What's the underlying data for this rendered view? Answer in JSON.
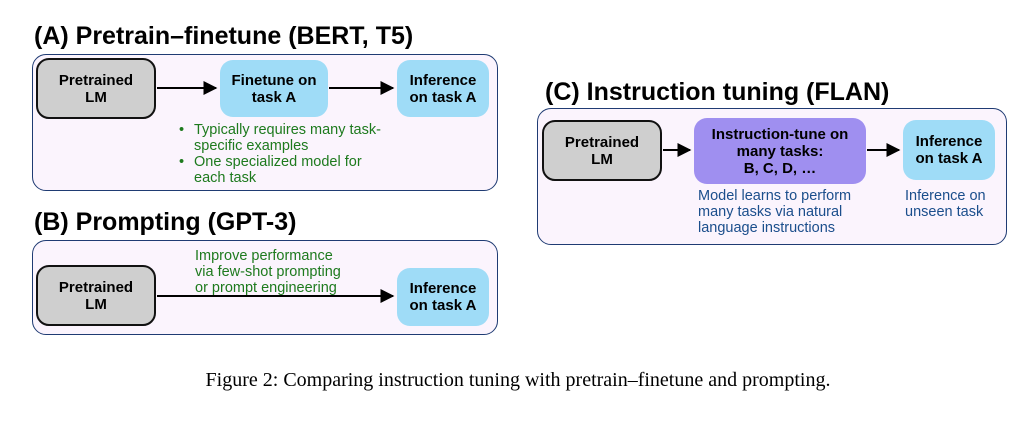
{
  "panel_a": {
    "title": "(A) Pretrain–finetune (BERT, T5)",
    "box_pretrained": "Pretrained\nLM",
    "box_finetune": "Finetune on\ntask A",
    "box_inference": "Inference\non task A",
    "bullets": [
      "Typically requires many task-specific examples",
      "One specialized model for each task"
    ]
  },
  "panel_b": {
    "title": "(B) Prompting (GPT-3)",
    "box_pretrained": "Pretrained\nLM",
    "box_inference": "Inference\non task A",
    "note": "Improve performance\nvia few-shot prompting\nor prompt engineering"
  },
  "panel_c": {
    "title": "(C) Instruction tuning (FLAN)",
    "box_pretrained": "Pretrained\nLM",
    "box_instruction": "Instruction-tune on\nmany tasks:\nB, C, D, …",
    "box_inference": "Inference\non task A",
    "note_left": "Model learns to perform\nmany tasks via natural\nlanguage instructions",
    "note_right": "Inference on\nunseen task"
  },
  "caption": "Figure 2: Comparing instruction tuning with pretrain–finetune and prompting.",
  "colors": {
    "panel_border": "#1f3b73",
    "panel_fill": "#fbf4fd",
    "pretrained_fill": "#cfcfcf",
    "inference_fill": "#9fdcf7",
    "instruction_fill": "#9f8ff0",
    "note_green": "#1e7a1e",
    "note_navy": "#1b4e8c"
  }
}
